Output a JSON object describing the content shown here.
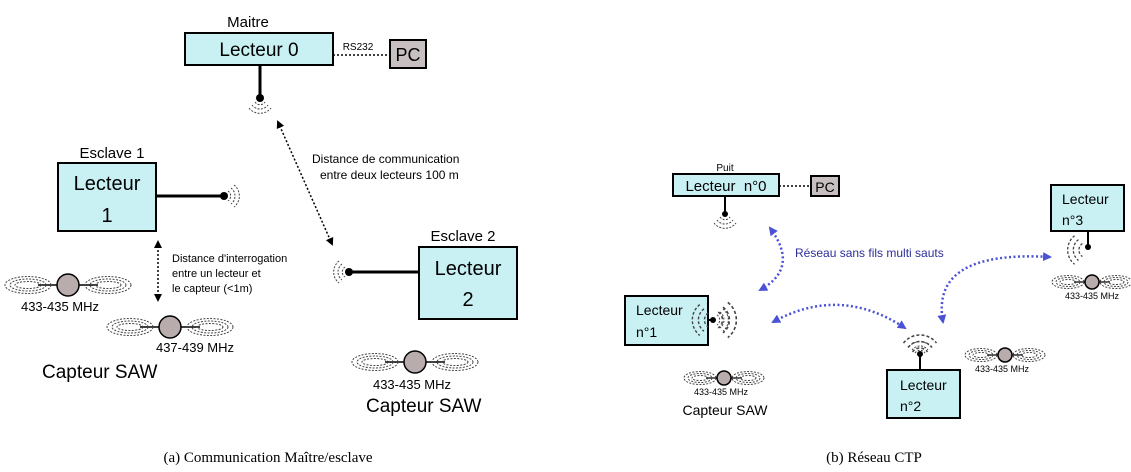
{
  "left": {
    "maitre": "Maitre",
    "lecteur0": "Lecteur 0",
    "rs232": "RS232",
    "pc": "PC",
    "esclave1": "Esclave 1",
    "lecteur1_line1": "Lecteur",
    "lecteur1_line2": "1",
    "esclave2": "Esclave 2",
    "lecteur2_line1": "Lecteur",
    "lecteur2_line2": "2",
    "comm_line1": "Distance de communication",
    "comm_line2": "entre deux lecteurs 100 m",
    "interrog_line1": "Distance d'interrogation",
    "interrog_line2": "entre un lecteur et",
    "interrog_line3": "le capteur (<1m)",
    "freq1": "433-435 MHz",
    "freq2": "437-439 MHz",
    "freq3": "433-435 MHz",
    "capteur_a": "Capteur SAW",
    "capteur_b": "Capteur SAW",
    "caption": "(a) Communication Maître/esclave"
  },
  "right": {
    "puit": "Puit",
    "lecteur0": "Lecteur  n°0",
    "pc": "PC",
    "reseau_label": "Réseau sans fils multi sauts",
    "lecteur1_line1": "Lecteur",
    "lecteur1_line2": "n°1",
    "lecteur2_line1": "Lecteur",
    "lecteur2_line2": "n°2",
    "lecteur3_line1": "Lecteur",
    "lecteur3_line2": "n°3",
    "freq1": "433-435 MHz",
    "freq2": "433-435 MHz",
    "freq3": "433-435 MHz",
    "capteur": "Capteur SAW",
    "caption": "(b) Réseau CTP"
  },
  "colors": {
    "box_fill": "#c9f1f4",
    "pc_fill": "#c8c0c0",
    "sensor_fill": "#b8acac",
    "network_arrow": "#4b52d6"
  }
}
